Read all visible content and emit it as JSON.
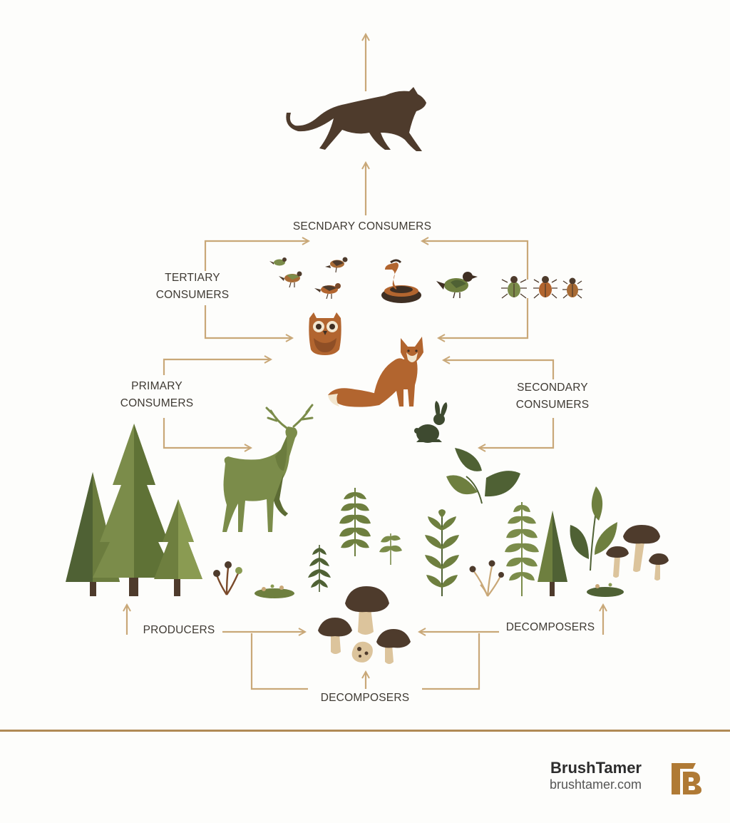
{
  "labels": {
    "secondary_top": "SECNDARY CONSUMERS",
    "tertiary_1": "TERTIARY",
    "tertiary_2": "CONSUMERS",
    "primary_1": "PRIMARY",
    "primary_2": "CONSUMERS",
    "secondary_right_1": "SECONDARY",
    "secondary_right_2": "CONSUMERS",
    "producers": "PRODUCERS",
    "decomposers_right": "DECOMPOSERS",
    "decomposers_bottom": "DECOMPOSERS"
  },
  "brand": {
    "name": "BrushTamer",
    "url": "brushtamer.com"
  },
  "colors": {
    "arrow": "#c9a878",
    "dark_brown": "#4e3b2c",
    "rust": "#b2652f",
    "olive": "#7b8c4a",
    "forest": "#4f6134",
    "tan": "#dcc49c",
    "accent": "#b07a35"
  }
}
